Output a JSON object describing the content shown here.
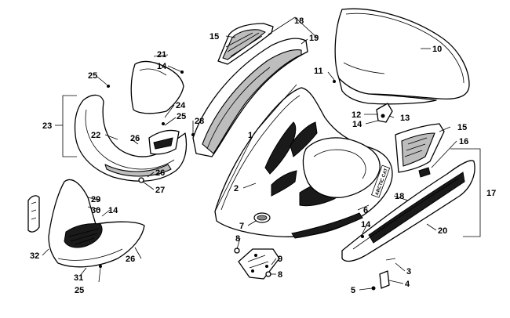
{
  "callouts": [
    {
      "id": "c1",
      "text": "1"
    },
    {
      "id": "c2",
      "text": "2"
    },
    {
      "id": "c3",
      "text": "3"
    },
    {
      "id": "c4",
      "text": "4"
    },
    {
      "id": "c5",
      "text": "5"
    },
    {
      "id": "c6",
      "text": "6"
    },
    {
      "id": "c7",
      "text": "7"
    },
    {
      "id": "c8a",
      "text": "8"
    },
    {
      "id": "c8b",
      "text": "8"
    },
    {
      "id": "c9",
      "text": "9"
    },
    {
      "id": "c10",
      "text": "10"
    },
    {
      "id": "c11",
      "text": "11"
    },
    {
      "id": "c12",
      "text": "12"
    },
    {
      "id": "c13",
      "text": "13"
    },
    {
      "id": "c14a",
      "text": "14"
    },
    {
      "id": "c14b",
      "text": "14"
    },
    {
      "id": "c14c",
      "text": "14"
    },
    {
      "id": "c14d",
      "text": "14"
    },
    {
      "id": "c15a",
      "text": "15"
    },
    {
      "id": "c15b",
      "text": "15"
    },
    {
      "id": "c16",
      "text": "16"
    },
    {
      "id": "c17",
      "text": "17"
    },
    {
      "id": "c18a",
      "text": "18"
    },
    {
      "id": "c18b",
      "text": "18"
    },
    {
      "id": "c19",
      "text": "19"
    },
    {
      "id": "c20",
      "text": "20"
    },
    {
      "id": "c21",
      "text": "21"
    },
    {
      "id": "c22",
      "text": "22"
    },
    {
      "id": "c23",
      "text": "23"
    },
    {
      "id": "c24",
      "text": "24"
    },
    {
      "id": "c25a",
      "text": "25"
    },
    {
      "id": "c25b",
      "text": "25"
    },
    {
      "id": "c25c",
      "text": "25"
    },
    {
      "id": "c26a",
      "text": "26"
    },
    {
      "id": "c26b",
      "text": "26"
    },
    {
      "id": "c26c",
      "text": "26"
    },
    {
      "id": "c27",
      "text": "27"
    },
    {
      "id": "c28",
      "text": "28"
    },
    {
      "id": "c29",
      "text": "29"
    },
    {
      "id": "c30",
      "text": "30"
    },
    {
      "id": "c31",
      "text": "31"
    },
    {
      "id": "c32",
      "text": "32"
    }
  ],
  "hood_emblem_text": "ARCTIC CAT"
}
